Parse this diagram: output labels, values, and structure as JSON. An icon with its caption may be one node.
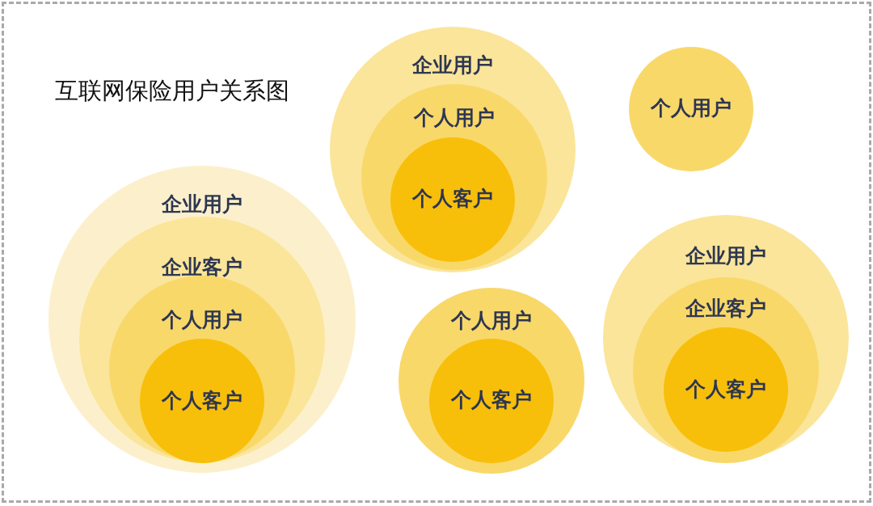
{
  "diagram": {
    "title": "互联网保险用户关系图",
    "nodes": [
      {
        "text": [
          "企业用户"
        ]
      },
      {
        "text": [
          "个人用户"
        ],
        "in": 0
      },
      {
        "text": [
          "个人客户"
        ],
        "in": 1
      },
      {
        "text": [
          "个人用户"
        ]
      },
      {
        "text": [
          "企业用户"
        ]
      },
      {
        "text": [
          "企业客户"
        ],
        "in": 4
      },
      {
        "text": [
          "个人用户"
        ],
        "in": 5
      },
      {
        "text": [
          "个人客户"
        ],
        "in": 6
      },
      {
        "text": [
          "个人用户"
        ]
      },
      {
        "text": [
          "个人客户"
        ],
        "in": 8
      },
      {
        "text": [
          "企业用户"
        ]
      },
      {
        "text": [
          "企业客户"
        ],
        "in": 10
      },
      {
        "text": [
          "个人客户"
        ],
        "in": 11
      }
    ]
  }
}
